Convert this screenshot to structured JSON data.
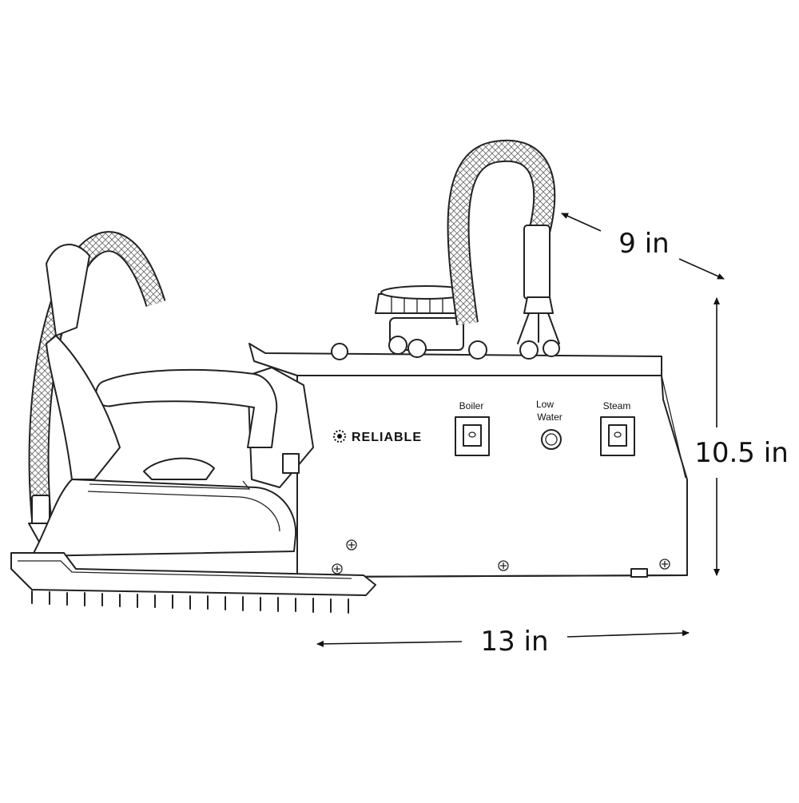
{
  "brand": {
    "name": "RELIABLE",
    "logo_icon": "sunburst-icon"
  },
  "controls": {
    "boiler_label": "Boiler",
    "low_water_label_line1": "Low",
    "low_water_label_line2": "Water",
    "steam_label": "Steam"
  },
  "dimensions": {
    "depth": "9 in",
    "height": "10.5 in",
    "width": "13 in"
  },
  "colors": {
    "line": "#222222",
    "background": "#ffffff"
  }
}
